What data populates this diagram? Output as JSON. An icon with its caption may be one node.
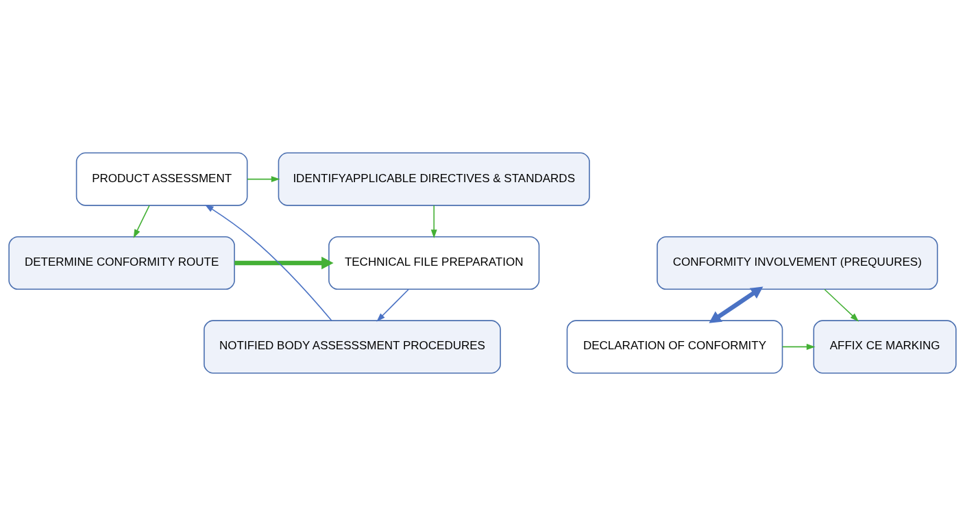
{
  "diagram": {
    "nodes": [
      {
        "text": [
          "PRODUCT ASSESSMENT"
        ]
      },
      {
        "text": [
          "IDENTIFYAPPLICABLE DIRECTIVES & STANDARDS"
        ]
      },
      {
        "text": [
          "DETERMINE CONFORMITY ROUTE"
        ]
      },
      {
        "text": [
          "TECHNICAL FILE PREPARATION"
        ]
      },
      {
        "text": [
          "CONFORMITY INVOLVEMENT (PREQUURES)"
        ]
      },
      {
        "text": [
          "NOTIFIED BODY ASSESSSMENT PROCEDURES"
        ]
      },
      {
        "text": [
          "DECLARATION OF CONFORMITY"
        ]
      },
      {
        "text": [
          "AFFIX CE MARKING"
        ]
      }
    ],
    "edges": [
      {
        "from": 0,
        "to": 1,
        "arrow": "to"
      },
      {
        "from": 0,
        "to": 2,
        "arrow": "to"
      },
      {
        "from": 1,
        "to": 3,
        "arrow": "to"
      },
      {
        "from": 2,
        "to": 3,
        "arrow": "to",
        "style": "thick"
      },
      {
        "from": 3,
        "to": 5,
        "arrow": "to",
        "color": "#4a72c4"
      },
      {
        "from": 5,
        "to": 0,
        "arrow": "to",
        "color": "#4a72c4"
      },
      {
        "from": 6,
        "to": 4,
        "arrow": "both",
        "style": "thick",
        "color": "#4a72c4"
      },
      {
        "from": 4,
        "to": 7,
        "arrow": "to"
      },
      {
        "from": 6,
        "to": 7,
        "arrow": "to"
      }
    ]
  }
}
